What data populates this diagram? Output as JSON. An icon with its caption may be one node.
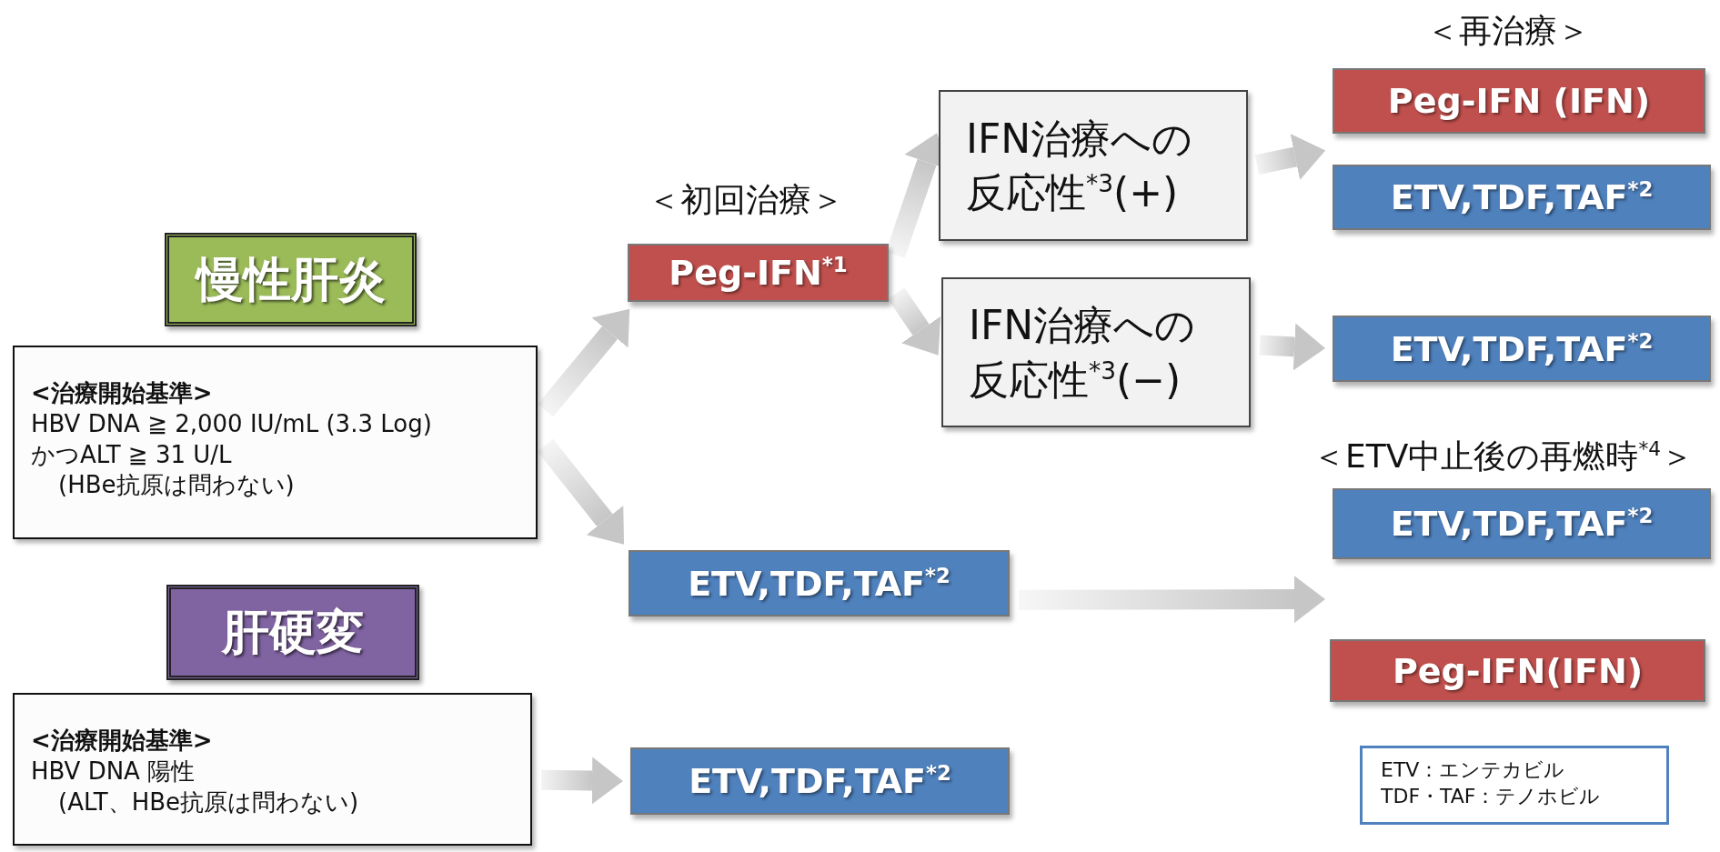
{
  "diagram": {
    "nodes": [
      {
        "text": [
          "慢性肝炎"
        ]
      },
      {
        "text": [
          "<治療開始基準>",
          "HBV DNA ≧ 2,000 IU/mL (3.3 Log)",
          "かつALT ≧ 31 U/L",
          "(HBe抗原は問わない)"
        ]
      },
      {
        "text": [
          "肝硬変"
        ]
      },
      {
        "text": [
          "<治療開始基準>",
          "HBV DNA 陽性",
          "(ALT、HBe抗原は問わない)"
        ]
      },
      {
        "text": [
          "Peg-IFN$^{*1}$"
        ],
        "beside": [
          "＜初回治療＞"
        ]
      },
      {
        "text": [
          "IFN治療への反応性$^{*3}$(+)"
        ]
      },
      {
        "text": [
          "IFN治療への反応性$^{*3}$(−)"
        ]
      },
      {
        "text": [
          "Peg-IFN (IFN)"
        ],
        "beside": [
          "＜再治療＞"
        ]
      },
      {
        "text": [
          "ETV,TDF,TAF$^{*2}$"
        ]
      },
      {
        "text": [
          "ETV,TDF,TAF$^{*2}$"
        ]
      },
      {
        "text": [
          "ETV,TDF,TAF$^{*2}$"
        ]
      },
      {
        "text": [
          "ETV,TDF,TAF$^{*2}$"
        ],
        "beside": [
          "＜ETV中止後の再燃時$^{*4}$＞"
        ]
      },
      {
        "text": [
          "Peg-IFN(IFN)"
        ]
      },
      {
        "text": [
          "ETV,TDF,TAF$^{*2}$"
        ]
      }
    ],
    "edges": [
      {
        "from": 1,
        "to": 4,
        "arrow": "to"
      },
      {
        "from": 1,
        "to": 10,
        "arrow": "to"
      },
      {
        "from": 4,
        "to": 5,
        "arrow": "to"
      },
      {
        "from": 4,
        "to": 6,
        "arrow": "to"
      },
      {
        "from": 5,
        "to": 7,
        "arrow": "to"
      },
      {
        "from": 5,
        "to": 8,
        "arrow": "to"
      },
      {
        "from": 6,
        "to": 9,
        "arrow": "to"
      },
      {
        "from": 10,
        "to": 11,
        "arrow": "to"
      },
      {
        "from": 10,
        "to": 12,
        "arrow": "to"
      },
      {
        "from": 3,
        "to": 13,
        "arrow": "to"
      }
    ],
    "labels": [
      "ETV：エンテカビル",
      "TDF・TAF：テノホビル"
    ]
  }
}
